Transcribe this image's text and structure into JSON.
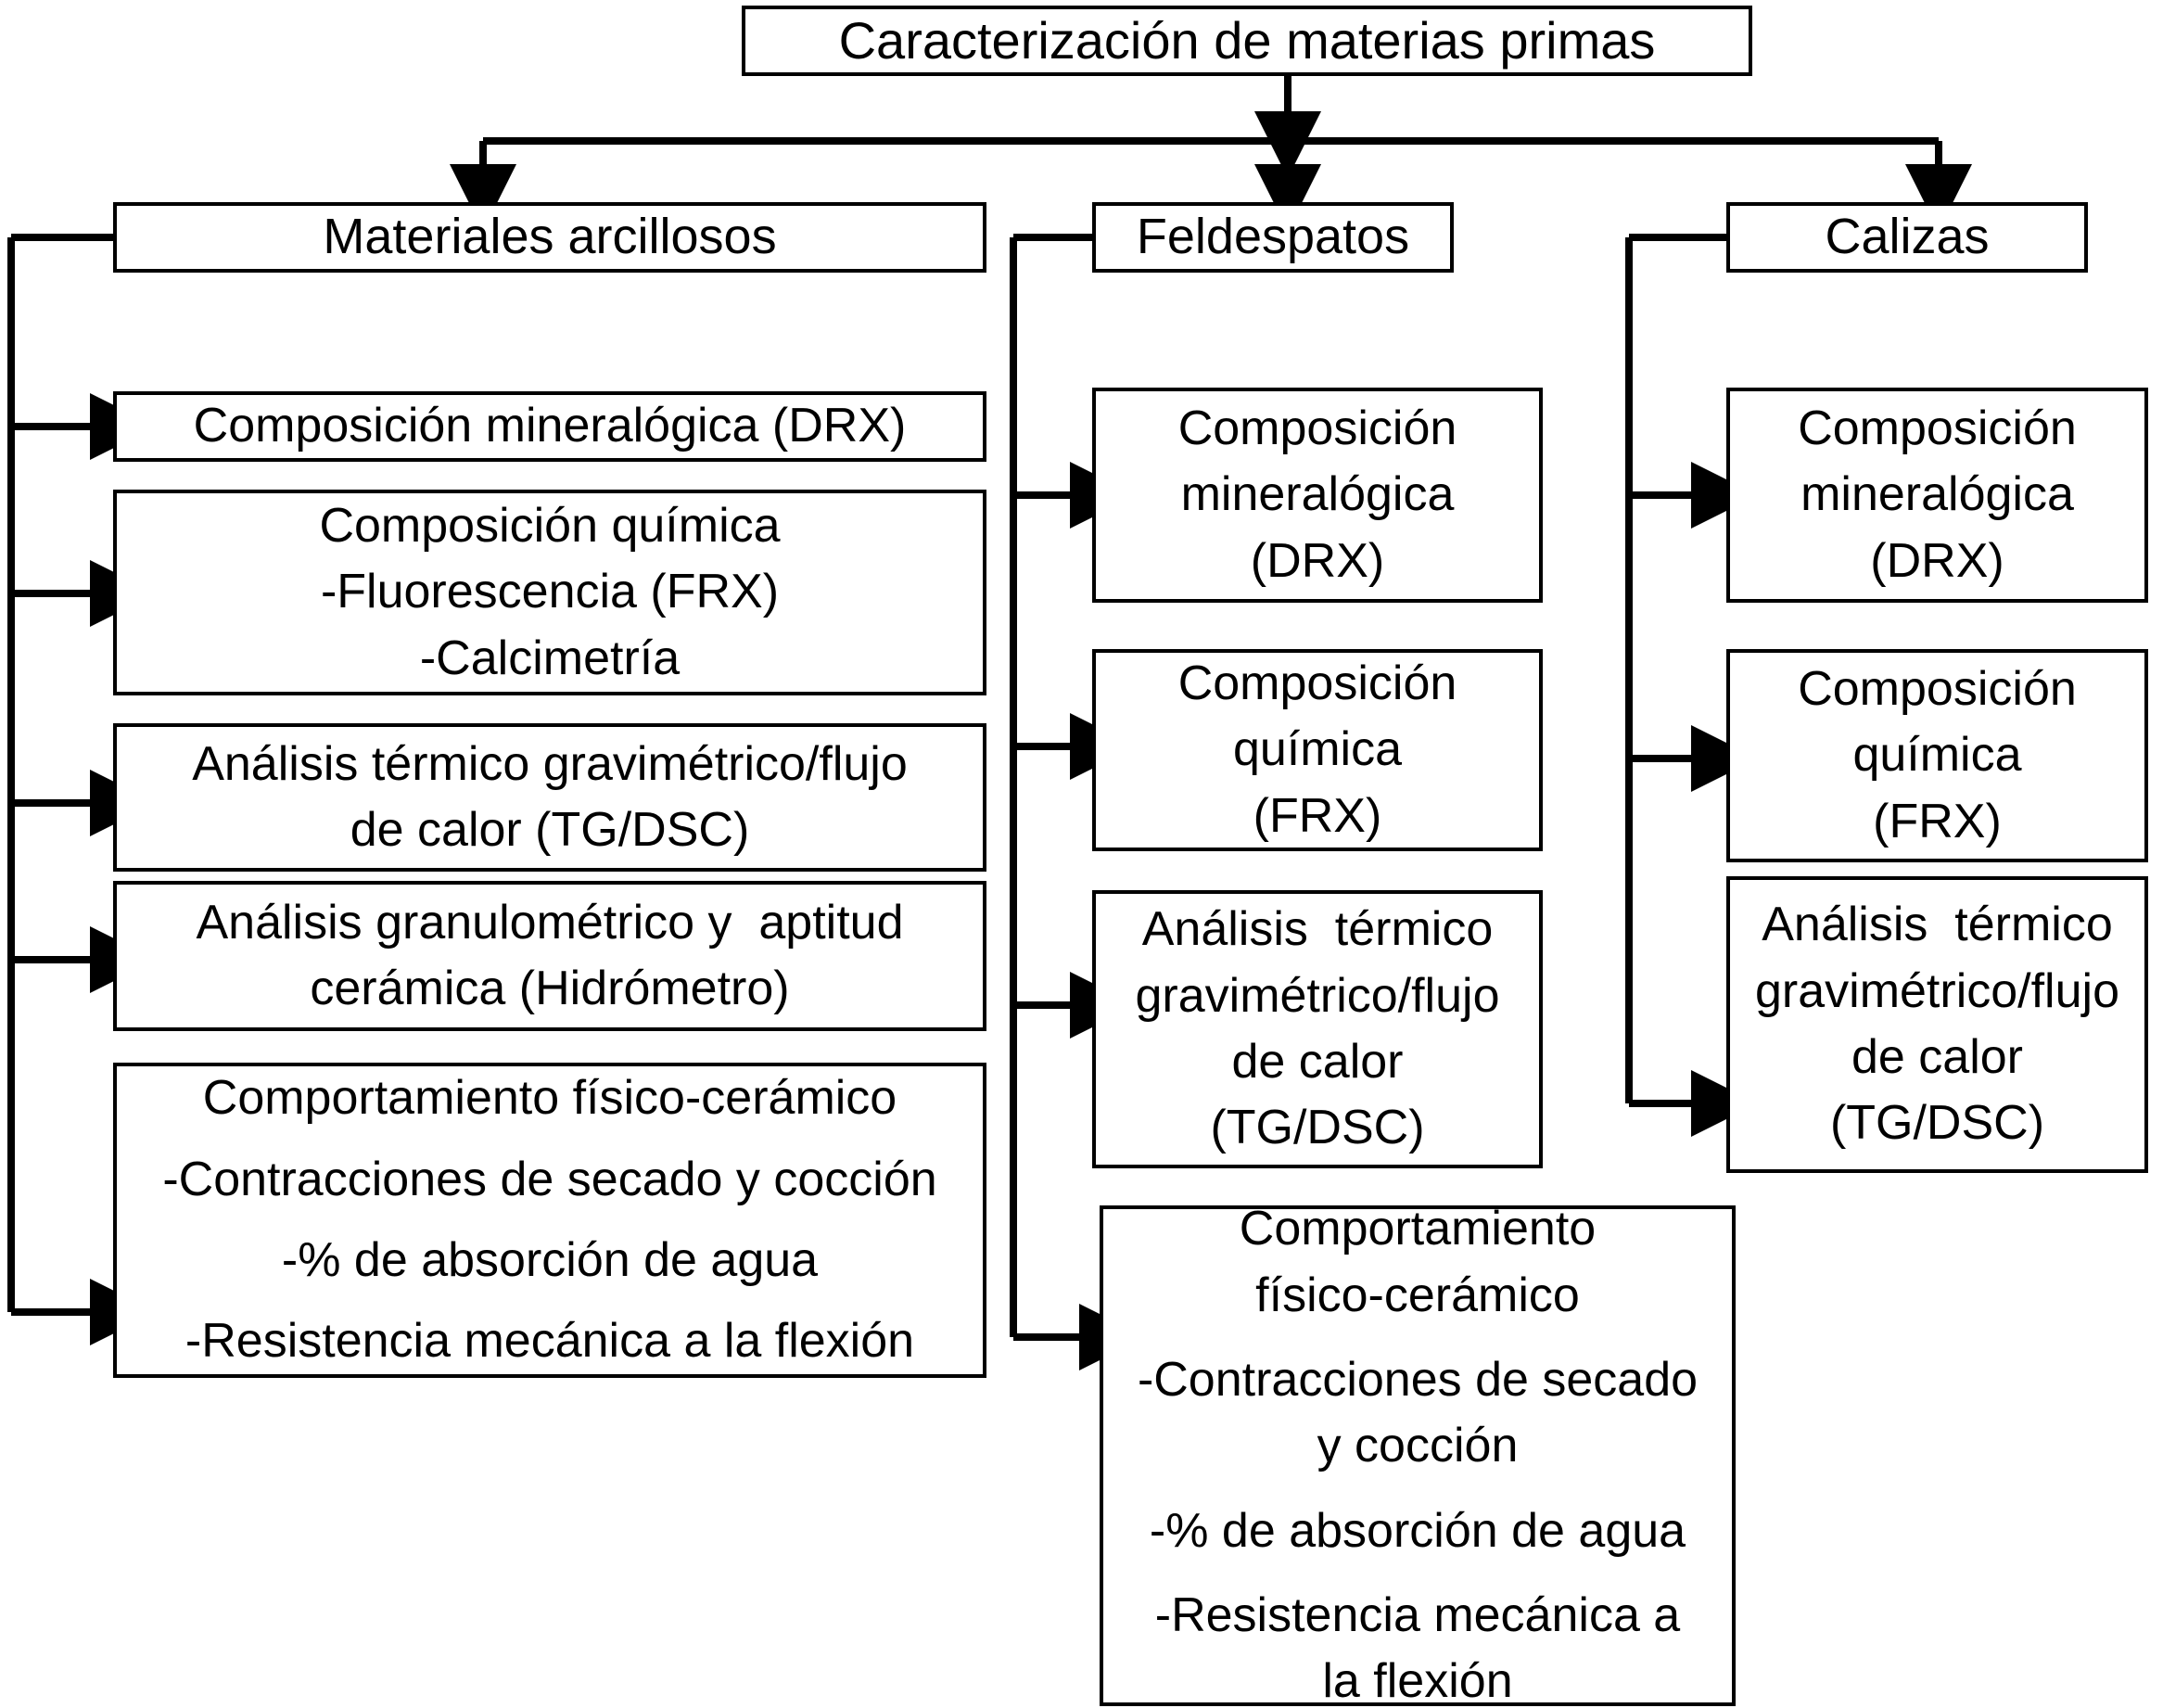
{
  "diagram": {
    "title": "Caracterización de materias primas",
    "root": {
      "label": "Caracterización de materias primas"
    },
    "categories": [
      {
        "id": "arcillosos",
        "label": "Materiales arcillosos"
      },
      {
        "id": "feldespatos",
        "label": "Feldespatos"
      },
      {
        "id": "calizas",
        "label": "Calizas"
      }
    ],
    "columns": {
      "arcillosos": [
        {
          "id": "arc-drx",
          "lines": [
            "Composición mineralógica (DRX)"
          ]
        },
        {
          "id": "arc-frx",
          "lines": [
            "Composición química",
            "-Fluorescencia (FRX)",
            "-Calcimetría"
          ]
        },
        {
          "id": "arc-tg",
          "lines": [
            "Análisis térmico gravimétrico/flujo",
            "de calor (TG/DSC)"
          ]
        },
        {
          "id": "arc-gran",
          "lines": [
            "Análisis granulométrico y  aptitud",
            "cerámica (Hidrómetro)"
          ]
        },
        {
          "id": "arc-fis",
          "lines": [
            "Comportamiento físico-cerámico",
            "-Contracciones de secado y cocción",
            "-% de absorción de agua",
            "-Resistencia mecánica a la flexión"
          ]
        }
      ],
      "feldespatos": [
        {
          "id": "fel-drx",
          "lines": [
            "Composición",
            "mineralógica",
            "(DRX)"
          ]
        },
        {
          "id": "fel-frx",
          "lines": [
            "Composición",
            "química",
            "(FRX)"
          ]
        },
        {
          "id": "fel-tg",
          "lines": [
            "Análisis  térmico",
            "gravimétrico/flujo",
            "de calor",
            "(TG/DSC)"
          ]
        },
        {
          "id": "fel-fis",
          "lines": [
            "Comportamiento",
            "físico-cerámico",
            "-Contracciones de secado",
            "y cocción",
            "-% de absorción de agua",
            "-Resistencia mecánica a",
            "la flexión"
          ]
        }
      ],
      "calizas": [
        {
          "id": "cal-drx",
          "lines": [
            "Composición",
            "mineralógica",
            "(DRX)"
          ]
        },
        {
          "id": "cal-frx",
          "lines": [
            "Composición",
            "química",
            "(FRX)"
          ]
        },
        {
          "id": "cal-tg",
          "lines": [
            "Análisis  térmico",
            "gravimétrico/flujo",
            "de calor",
            "(TG/DSC)"
          ]
        }
      ]
    },
    "colors": {
      "stroke": "#000000",
      "fill": "#ffffff",
      "text": "#000000"
    }
  }
}
